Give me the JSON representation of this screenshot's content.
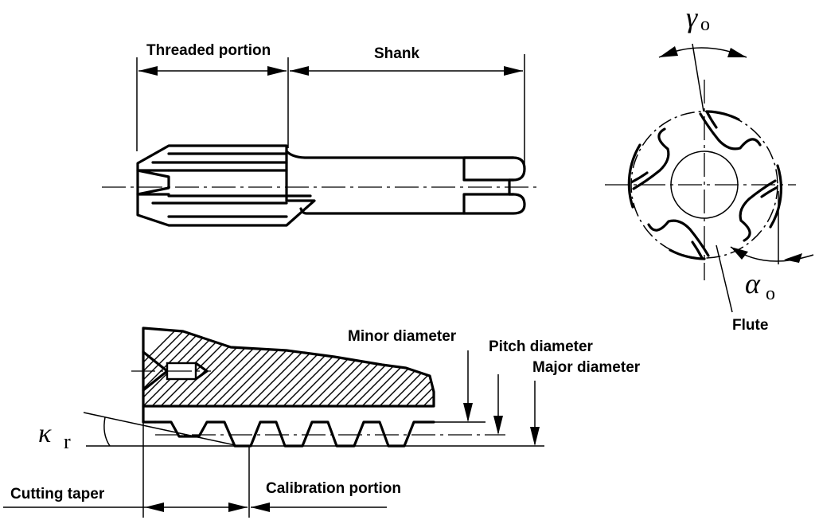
{
  "labels": {
    "threaded_portion": "Threaded portion",
    "shank": "Shank",
    "flute": "Flute",
    "minor_diameter": "Minor diameter",
    "pitch_diameter": "Pitch diameter",
    "major_diameter": "Major diameter",
    "cutting_taper": "Cutting taper",
    "calibration_portion": "Calibration portion"
  },
  "symbols": {
    "rake_angle": "γ",
    "rake_angle_sub": "o",
    "clearance_angle": "α",
    "clearance_angle_sub": "o",
    "cutting_angle": "κ",
    "cutting_angle_sub": "r"
  },
  "colors": {
    "line": "#000000",
    "background": "#ffffff"
  }
}
